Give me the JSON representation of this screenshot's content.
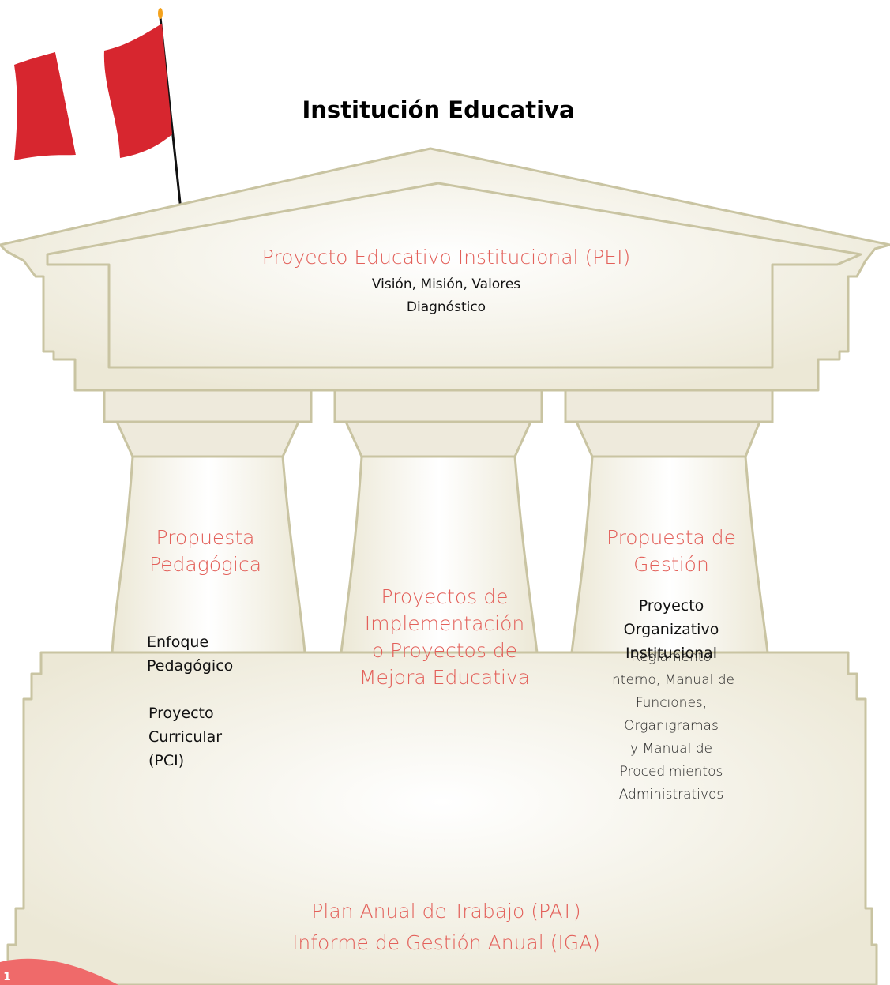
{
  "title": "Institución Educativa",
  "pei": {
    "title": "Proyecto Educativo Institucional (PEI)",
    "line1": "Visión, Misión, Valores",
    "line2": "Diagnóstico"
  },
  "columns": {
    "pedagogica": {
      "title": "Propuesta\nPedagógica",
      "item1": "Enfoque\nPedagógico",
      "item2": "Proyecto\nCurricular\n(PCI)"
    },
    "implementacion": {
      "title": "Proyectos de\nImplementación\no Proyectos de\nMejora Educativa"
    },
    "gestion": {
      "title": "Propuesta de\nGestión",
      "item1": "Proyecto\nOrganizativo\nInstitucional",
      "item2": "Reglamento\nInterno, Manual de\nFunciones,\nOrganigramas\ny Manual de\nProcedimientos\nAdministrativos"
    }
  },
  "base": {
    "line1": "Plan Anual de Trabajo (PAT)",
    "line2": "Informe de Gestión Anual (IGA)"
  },
  "page_number": "1",
  "colors": {
    "stone": "#eeeadc",
    "outline": "#c9c4a2",
    "accent_text": "#e3605a",
    "flag_red": "#d7262f",
    "flag_white": "#ffffff",
    "badge": "#ef6a6a"
  }
}
